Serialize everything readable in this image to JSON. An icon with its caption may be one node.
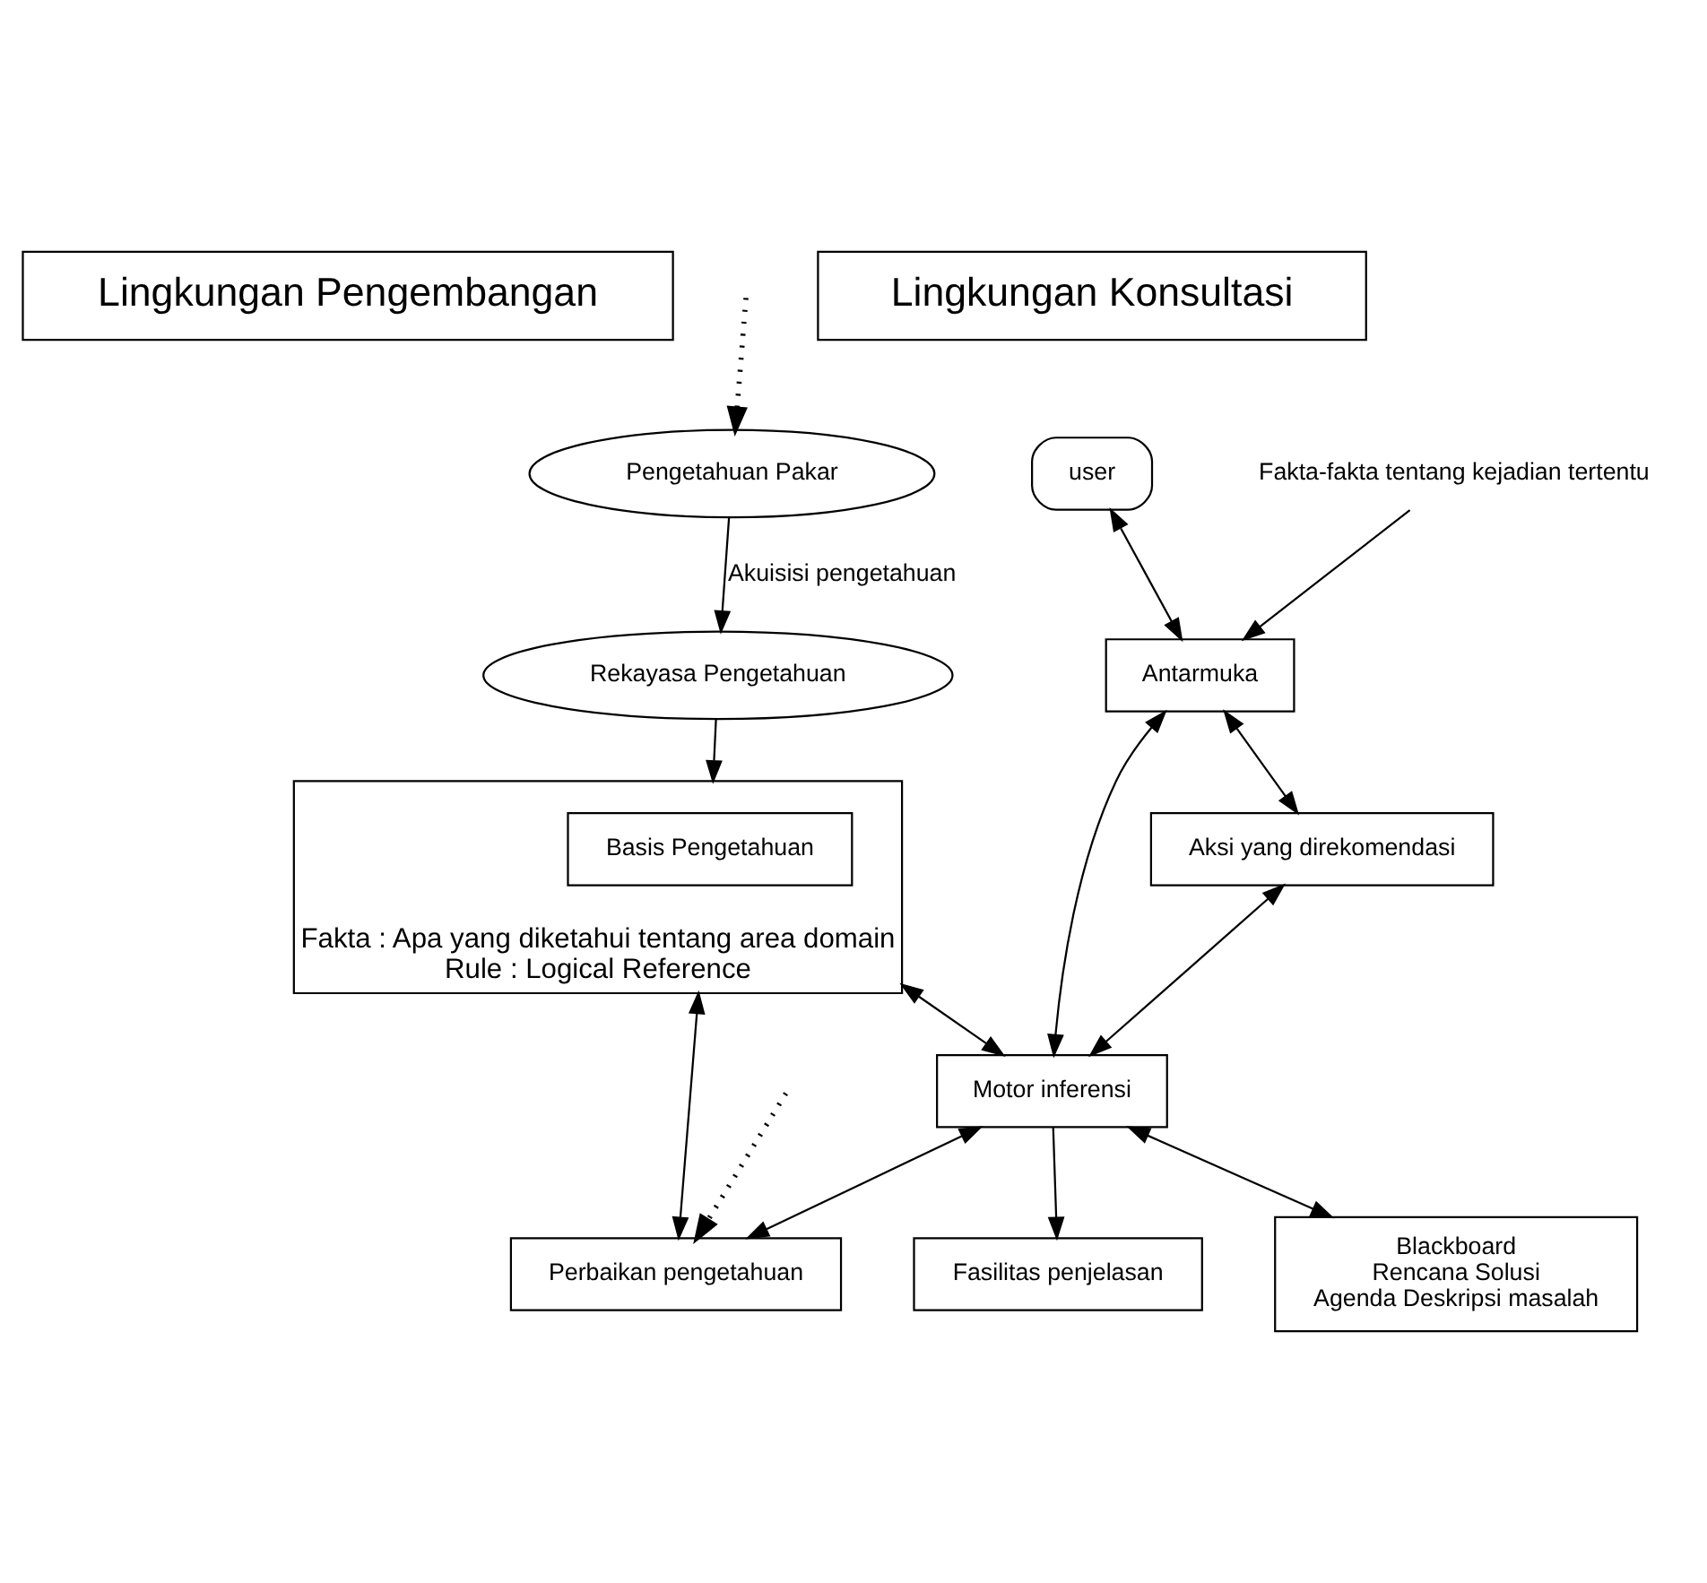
{
  "diagram": {
    "nodes": [
      {
        "text": [
          "Lingkungan Konsultasi"
        ]
      },
      {
        "text": [
          "Lingkungan Pengembangan"
        ]
      },
      {
        "text": [
          "user"
        ]
      },
      {
        "text": [
          "Fakta-fakta tentang kejadian tertentu"
        ]
      },
      {
        "text": [
          "Antarmuka"
        ]
      },
      {
        "text": [
          "Fasilitas penjelasan"
        ]
      },
      {
        "text": [
          "Fakta : Apa yang diketahui tentang area domain",
          "Rule : Logical Reference"
        ]
      },
      {
        "text": [
          "Basis Pengetahuan"
        ],
        "in": 6
      },
      {
        "text": [
          "Aksi yang direkomendasi"
        ]
      },
      {
        "text": [
          "Motor inferensi"
        ]
      },
      {
        "text": [
          "Rekayasa Pengetahuan"
        ]
      },
      {
        "text": [
          "Pengetahuan Pakar"
        ]
      },
      {
        "text": [
          "Blackboard",
          "Rencana Solusi",
          "Agenda Deskripsi masalah"
        ]
      },
      {
        "text": [
          "Perbaikan pengetahuan"
        ]
      }
    ],
    "edges": [
      {
        "from": 2,
        "to": 4,
        "arrow": "both"
      },
      {
        "from": 3,
        "to": 4,
        "arrow": "to"
      },
      {
        "from": 4,
        "to": 8,
        "arrow": "both"
      },
      {
        "from": 4,
        "to": 9,
        "arrow": "both"
      },
      {
        "from": 8,
        "to": 9,
        "arrow": "both"
      },
      {
        "from": 9,
        "to": 5,
        "arrow": "to"
      },
      {
        "from": 6,
        "to": 9,
        "arrow": "both"
      },
      {
        "from": 9,
        "to": 12,
        "arrow": "both"
      },
      {
        "from": 9,
        "to": 13,
        "arrow": "both"
      },
      {
        "from": 13,
        "to": 6,
        "arrow": "both"
      },
      {
        "from": 10,
        "to": 6,
        "arrow": "to"
      },
      {
        "from": 11,
        "to": 10,
        "arrow": "to",
        "label": "Akuisisi pengetahuan"
      },
      {
        "from": null,
        "to": 13,
        "arrow": "to",
        "style": "dashed"
      },
      {
        "from": null,
        "to": 11,
        "arrow": "to",
        "style": "dashed"
      }
    ]
  }
}
